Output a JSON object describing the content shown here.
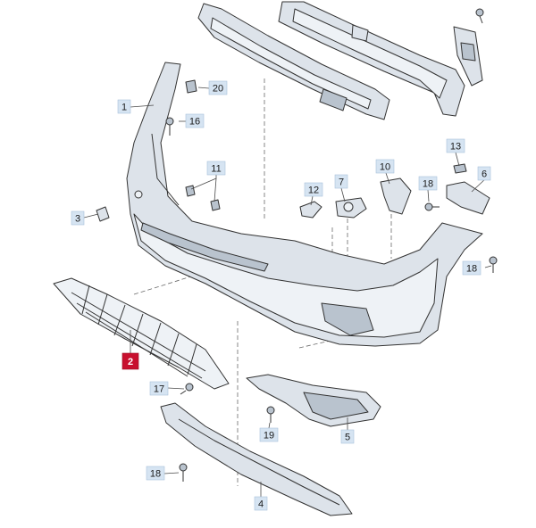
{
  "callouts": [
    {
      "id": "1",
      "label": "1"
    },
    {
      "id": "2",
      "label": "2",
      "highlight": true
    },
    {
      "id": "3",
      "label": "3"
    },
    {
      "id": "4",
      "label": "4"
    },
    {
      "id": "5",
      "label": "5"
    },
    {
      "id": "6",
      "label": "6"
    },
    {
      "id": "7",
      "label": "7"
    },
    {
      "id": "10",
      "label": "10"
    },
    {
      "id": "11",
      "label": "11"
    },
    {
      "id": "12",
      "label": "12"
    },
    {
      "id": "13",
      "label": "13"
    },
    {
      "id": "16",
      "label": "16"
    },
    {
      "id": "17",
      "label": "17"
    },
    {
      "id": "18a",
      "label": "18"
    },
    {
      "id": "18b",
      "label": "18"
    },
    {
      "id": "18c",
      "label": "18"
    },
    {
      "id": "19",
      "label": "19"
    },
    {
      "id": "20",
      "label": "20"
    }
  ],
  "colors": {
    "callout_fill": "#d6e4f2",
    "highlight_fill": "#c8102e",
    "part_fill": "#dde3ea",
    "line": "#333333"
  }
}
